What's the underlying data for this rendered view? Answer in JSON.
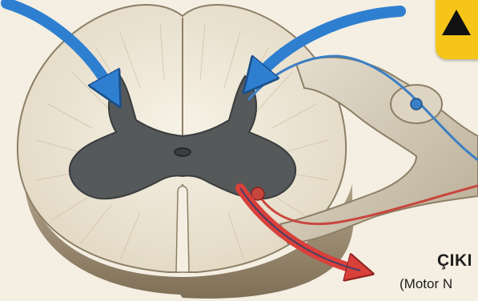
{
  "diagram": {
    "colors": {
      "background": "#f4efe2",
      "white_matter": "#ece4d2",
      "gray_matter": "#55595a",
      "nerve_root": "#d8cfbd",
      "afferent_arrow": "#2f7fd1",
      "efferent_arrow": "#d9403a",
      "sensory_fiber": "#3b7fc4",
      "motor_fiber": "#c8453d",
      "warning": "#f5c518"
    },
    "icons": [
      "warning-triangle-icon",
      "input-arrow-left",
      "input-arrow-right",
      "output-arrow"
    ],
    "output_label": {
      "title": "ÇIKI",
      "subtitle": "(Motor N"
    }
  }
}
